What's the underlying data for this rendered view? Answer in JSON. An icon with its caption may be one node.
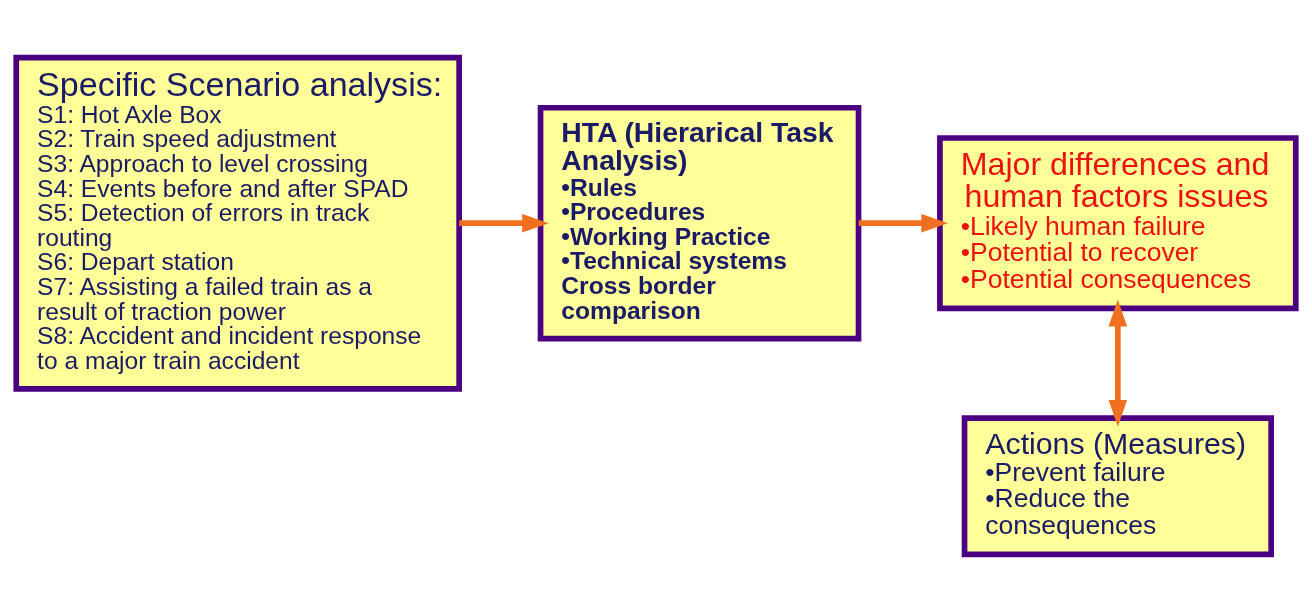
{
  "diagram": {
    "nodes": [
      {
        "text": [
          "Specific Scenario analysis:",
          "S1: Hot Axle Box",
          "S2: Train speed adjustment",
          "S3: Approach to level crossing",
          "S4: Events before and after SPAD",
          "S5: Detection of errors in track routing",
          "S6: Depart station",
          "S7: Assisting a failed train as a result of traction power",
          "S8: Accident and incident response to a major train accident"
        ]
      },
      {
        "text": [
          "HTA (Hierarical Task Analysis)",
          "•Rules",
          "•Procedures",
          "•Working Practice",
          "•Technical systems",
          "Cross border comparison"
        ]
      },
      {
        "text": [
          "Major differences and human factors issues",
          "•Likely human failure",
          "•Potential to recover",
          "•Potential consequences"
        ]
      },
      {
        "text": [
          "Actions (Measures)",
          "•Prevent failure",
          "•Reduce the consequences"
        ]
      }
    ],
    "edges": [
      {
        "from": 0,
        "to": 1,
        "arrow": "to"
      },
      {
        "from": 1,
        "to": 2,
        "arrow": "to"
      },
      {
        "from": 2,
        "to": 3,
        "arrow": "both"
      }
    ]
  }
}
